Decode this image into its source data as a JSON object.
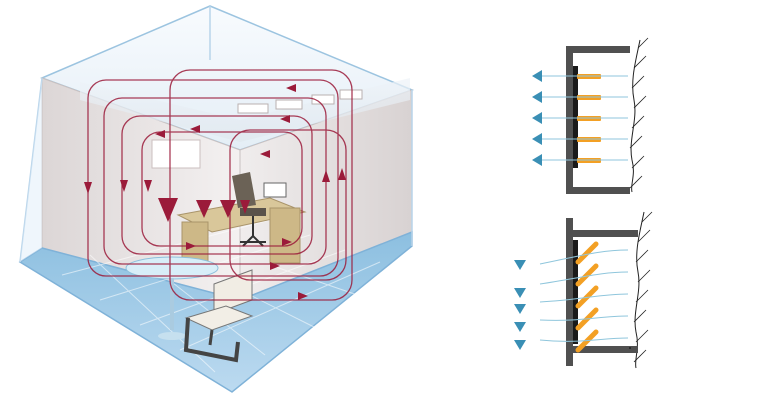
{
  "figure": {
    "room_view": {
      "airflow_loops": 6,
      "colors": {
        "airflow": "#9b1b3a",
        "floor": "#9ec9e6",
        "wall": "#f1eeee",
        "glass_edge": "#7fb2d8",
        "ceiling": "#f7f9fb"
      }
    },
    "detail_top": {
      "mode": "horizontal-louvres",
      "arrows": 5,
      "colors": {
        "louvre": "#f3a024",
        "frame": "#505050",
        "arrow": "#3a8fb5"
      }
    },
    "detail_bottom": {
      "mode": "angled-louvres",
      "arrows": 5,
      "colors": {
        "louvre": "#f3a024",
        "frame": "#505050",
        "arrow": "#3a8fb5"
      }
    }
  }
}
